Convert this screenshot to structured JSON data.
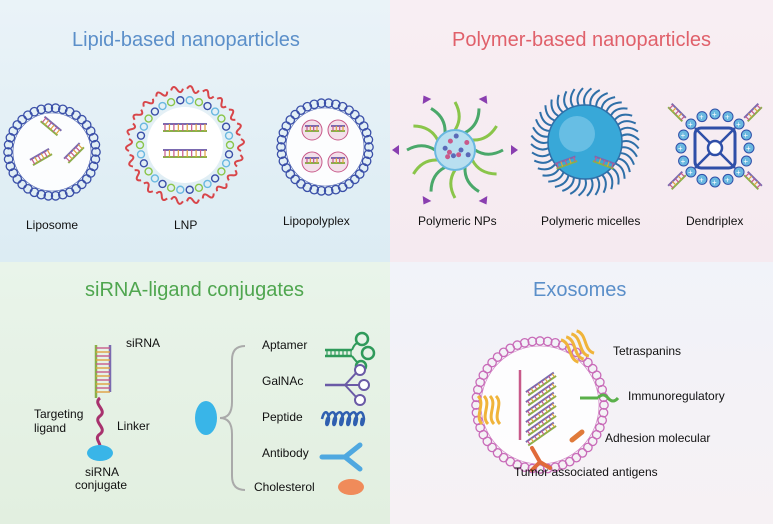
{
  "colors": {
    "lipid_title": "#5b8fc9",
    "polymer_title": "#e0606a",
    "conjugate_title": "#4fa64f",
    "exosome_title": "#5b8fc9",
    "bilayer_blue": "#3a4fa8",
    "exosome_pink": "#c86ab8",
    "lnp_red": "#d8464a",
    "polymer_cyan": "#38a8d8",
    "arrow_purple": "#8a3fb0",
    "cholesterol_orange": "#f08b5a"
  },
  "lipid": {
    "title": "Lipid-based nanoparticles",
    "labels": [
      "Liposome",
      "LNP",
      "Lipopolyplex"
    ]
  },
  "polymer": {
    "title": "Polymer-based nanoparticles",
    "labels": [
      "Polymeric NPs",
      "Polymeric micelles",
      "Dendriplex"
    ]
  },
  "conjugate": {
    "title": "siRNA-ligand conjugates",
    "sirna": "siRNA",
    "targeting_line1": "Targeting",
    "targeting_line2": "ligand",
    "linker": "Linker",
    "conj_line1": "siRNA",
    "conj_line2": "conjugate",
    "ligands": [
      "Aptamer",
      "GalNAc",
      "Peptide",
      "Antibody",
      "Cholesterol"
    ]
  },
  "exosome": {
    "title": "Exosomes",
    "labels": [
      "Tetraspanins",
      "Immunoregulatory",
      "Adhesion molecular",
      "Tumor associated antigens"
    ]
  }
}
